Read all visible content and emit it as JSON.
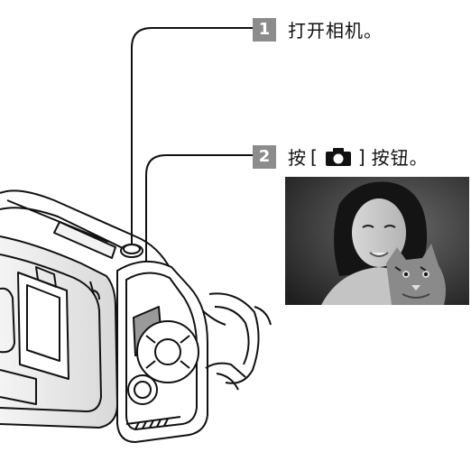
{
  "steps": [
    {
      "number": "1",
      "text": "打开相机。"
    },
    {
      "number": "2",
      "text_before": "按",
      "bracket_open": "[",
      "icon": "camera-icon",
      "bracket_close": "]",
      "text_after": "按钮。"
    }
  ],
  "colors": {
    "badge": "#8c8c8c",
    "highlight": "#9a9a9a",
    "line": "#111111"
  }
}
